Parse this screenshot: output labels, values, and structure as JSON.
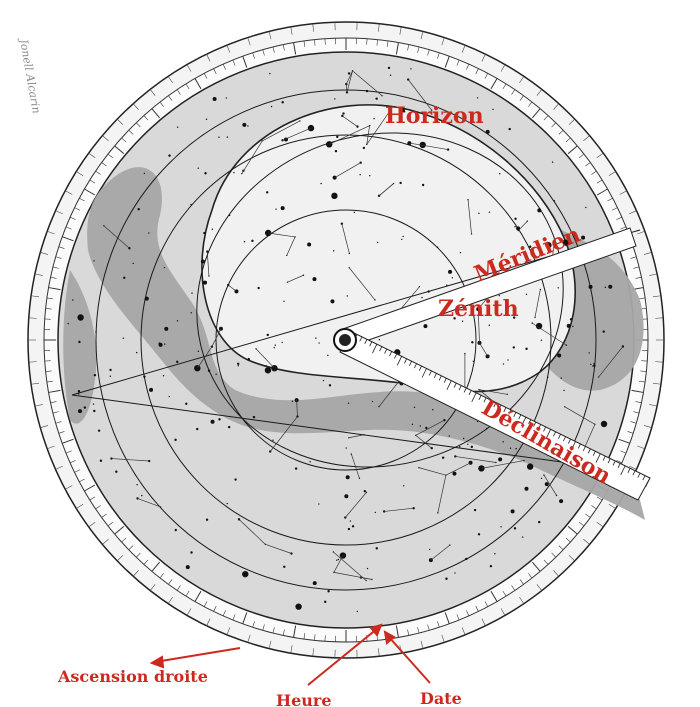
{
  "annotations": {
    "horizon": "Horizon",
    "meridian": "Méridien",
    "zenith": "Zénith",
    "declination": "Déclinaison",
    "right_ascension": "Ascension droite",
    "hour": "Heure",
    "date": "Date"
  },
  "handwritten_note": "Jonell Alcarin",
  "colors": {
    "annotation": "#cc2a1f",
    "sky_band": "#a9a9a9",
    "visible_sky": "#f2f2f2",
    "disc": "#d6d6d6",
    "ink": "#1a1a1a"
  },
  "icons": {
    "pivot": "pivot-rivet-icon"
  }
}
